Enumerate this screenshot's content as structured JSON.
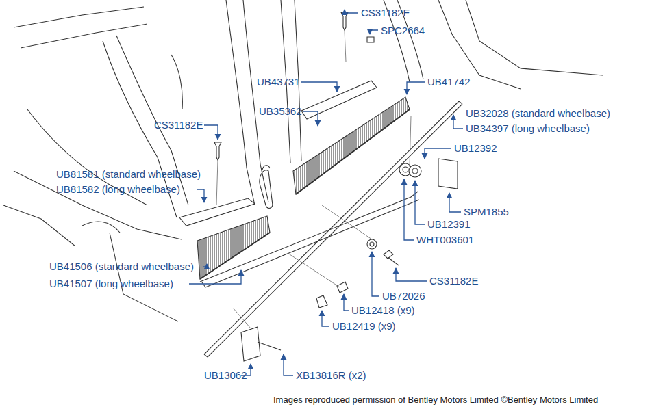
{
  "diagram": {
    "caption": "Images reproduced permission of Bentley Motors Limited ©Bentley Motors Limited",
    "labels": [
      "CS31182E",
      "SPC2664",
      "UB43731",
      "UB41742",
      "UB35362",
      "UB32028 (standard wheelbase)",
      "UB34397 (long wheelbase)",
      "CS31182E",
      "UB12392",
      "UB81581 (standard wheelbase)",
      "UB81582 (long wheelbase)",
      "SPM1855",
      "UB12391",
      "WHT003601",
      "UB41506 (standard wheelbase)",
      "UB41507 (long wheelbase)",
      "CS31182E",
      "UB72026",
      "UB12418 (x9)",
      "UB12419 (x9)",
      "UB13062",
      "XB13816R (x2)"
    ]
  }
}
